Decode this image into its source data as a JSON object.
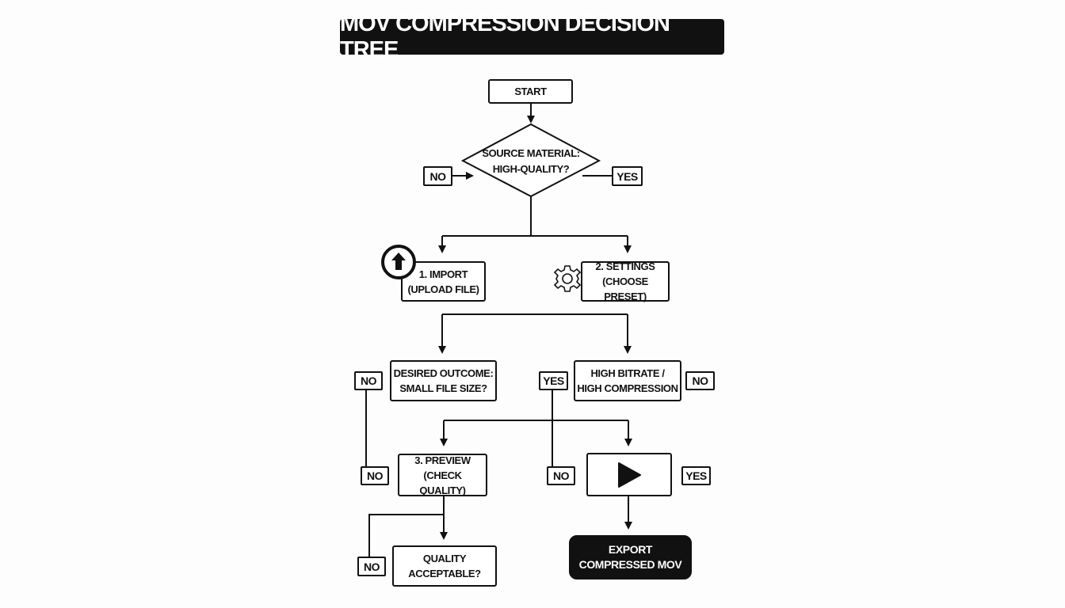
{
  "title": "MOV COMPRESSION DECISION TREE",
  "nodes": {
    "start": "START",
    "source_decision": [
      "SOURCE MATERIAL:",
      "HIGH-QUALITY?"
    ],
    "import": [
      "1. IMPORT",
      "(UPLOAD FILE)"
    ],
    "settings": [
      "2. SETTINGS",
      "(CHOOSE PRESET)"
    ],
    "desired_outcome": [
      "DESIRED OUTCOME:",
      "SMALL FILE SIZE?"
    ],
    "high_bitrate": [
      "HIGH BITRATE /",
      "HIGH COMPRESSION"
    ],
    "preview": [
      "3. PREVIEW",
      "(CHECK QUALITY)"
    ],
    "quality": [
      "QUALITY",
      "ACCEPTABLE?"
    ],
    "export": [
      "EXPORT",
      "COMPRESSED MOV"
    ]
  },
  "labels": {
    "no": "NO",
    "yes": "YES"
  },
  "icons": {
    "import": "upload-arrow-circle-icon",
    "settings": "gear-icon",
    "preview_player": "play-icon"
  },
  "colors": {
    "ink": "#111111",
    "background": "#fdfdfd"
  }
}
